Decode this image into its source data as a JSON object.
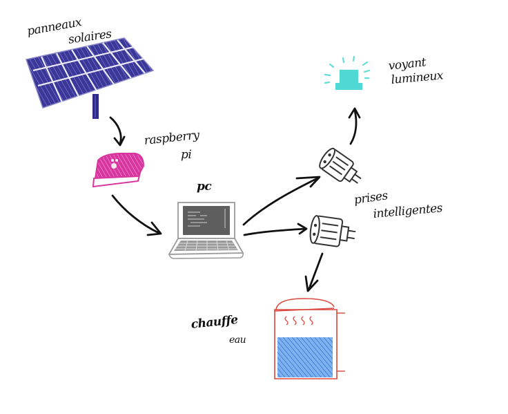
{
  "diagram": {
    "style": "hand-drawn sketch",
    "background": "#ffffff",
    "nodes": [
      {
        "id": "solar",
        "label_line1": "panneaux",
        "label_line2": "solaires",
        "icon": "solar-panel-icon",
        "color": "#3a3496"
      },
      {
        "id": "raspberry",
        "label_line1": "raspberry",
        "label_line2": "pi",
        "icon": "raspberry-pi-icon",
        "color": "#d63aa6"
      },
      {
        "id": "pc",
        "label_line1": "pc",
        "icon": "laptop-icon",
        "color": "#7a7a7a"
      },
      {
        "id": "plug1",
        "icon": "smart-plug-icon",
        "color": "#333333"
      },
      {
        "id": "plug2",
        "icon": "smart-plug-icon",
        "color": "#333333"
      },
      {
        "id": "plugs_label",
        "label_line1": "prises",
        "label_line2": "intelligentes"
      },
      {
        "id": "light",
        "label_line1": "voyant",
        "label_line2": "lumineux",
        "icon": "warning-light-icon",
        "color": "#3fd3d0"
      },
      {
        "id": "heater",
        "label_line1": "chauffe",
        "label_line2": "eau",
        "icon": "water-heater-icon",
        "color": "#d9463a",
        "water_color": "#4a8fe0"
      }
    ],
    "edges": [
      {
        "from": "solar",
        "to": "raspberry"
      },
      {
        "from": "raspberry",
        "to": "pc"
      },
      {
        "from": "pc",
        "to": "plug1"
      },
      {
        "from": "pc",
        "to": "plug2"
      },
      {
        "from": "plug1",
        "to": "light"
      },
      {
        "from": "plug2",
        "to": "heater"
      }
    ]
  },
  "labels": {
    "solar_1": "panneaux",
    "solar_2": "solaires",
    "raspberry_1": "raspberry",
    "raspberry_2": "pi",
    "pc": "pc",
    "light_1": "voyant",
    "light_2": "lumineux",
    "plugs_1": "prises",
    "plugs_2": "intelligentes",
    "heater_1": "chauffe",
    "heater_2": "eau"
  }
}
